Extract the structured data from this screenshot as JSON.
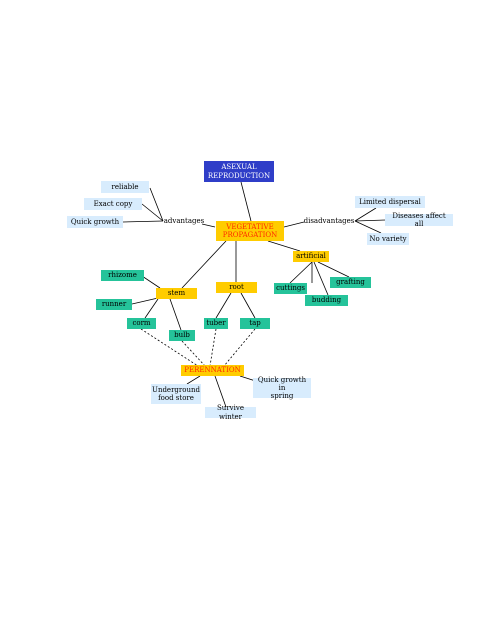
{
  "colors": {
    "root": "#2f3ec8",
    "main": "#ffcc00",
    "main_text": "#ff2a00",
    "green": "#25c39a",
    "light": "#d8ecfd",
    "line": "#000000"
  },
  "nodes": {
    "asexual": "ASEXUAL\nREPRODUCTION",
    "vegetative": "VEGETATIVE\nPROPAGATION",
    "advantages": "advantages",
    "disadvantages": "disadvantages",
    "reliable": "reliable",
    "exact_copy": "Exact copy",
    "quick_growth": "Quick growth",
    "limited_dispersal": "Limited dispersal",
    "diseases_affect_all": "Diseases affect all",
    "no_variety": "No variety",
    "stem": "stem",
    "root": "root",
    "artificial": "artificial",
    "rhizome": "rhizome",
    "runner": "runner",
    "corm": "corm",
    "bulb": "bulb",
    "tuber": "tuber",
    "tap": "tap",
    "cuttings": "cuttings",
    "grafting": "grafting",
    "budding": "budding",
    "perennation": "PERENNATION",
    "underground_food_store": "Underground\nfood store",
    "quick_growth_spring": "Quick growth in\nspring",
    "survive_winter": "Survive winter"
  }
}
